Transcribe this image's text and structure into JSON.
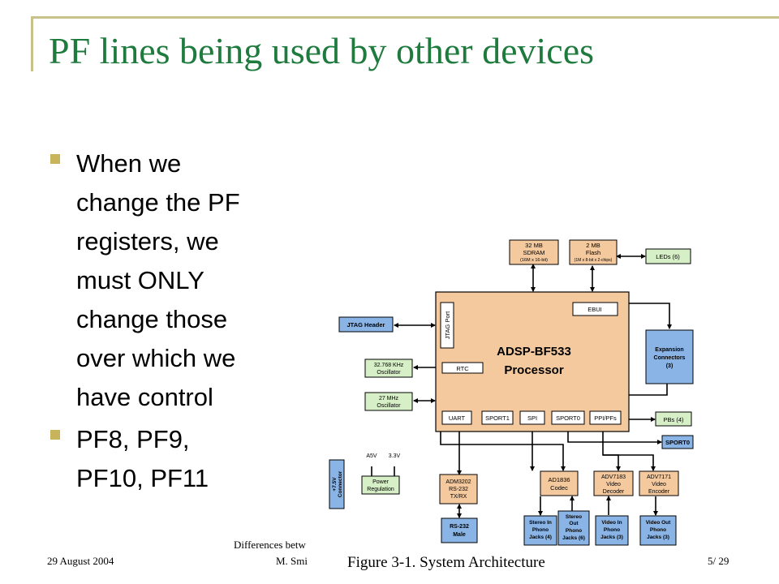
{
  "title": "PF lines being used by other devices",
  "bullets": [
    {
      "lines": [
        "When we",
        "change the PF",
        "registers, we",
        "must ONLY",
        "change those",
        "over which we",
        "have control"
      ]
    },
    {
      "lines": [
        "PF8, PF9,",
        "PF10, PF11"
      ]
    }
  ],
  "footer": {
    "date": "29 August 2004",
    "title_line1": "Differences betw",
    "title_line2": "M. Smi",
    "page": "5/ 29"
  },
  "figure": {
    "caption": "Figure 3-1. System Architecture",
    "processor": {
      "name": "ADSP-BF533",
      "sub": "Processor"
    },
    "blocks": {
      "sdram": [
        "32 MB",
        "SDRAM",
        "(16M x 16-bit)"
      ],
      "flash": [
        "2 MB",
        "Flash",
        "(1M x 8-bit x 2-chips)"
      ],
      "leds": "LEDs (6)",
      "ebui": "EBUI",
      "jtag_port": "JTAG Port",
      "jtag_header": "JTAG Header",
      "expansion": [
        "Expansion",
        "Connectors",
        "(3)"
      ],
      "rtc": "RTC",
      "osc32": [
        "32.768 KHz",
        "Oscillator"
      ],
      "osc27": [
        "27 MHz",
        "Oscillator"
      ],
      "uart": "UART",
      "sport1": "SPORT1",
      "spi": "SPI",
      "sport0": "SPORT0",
      "ppi": "PPI/PFs",
      "pbs": "PBs (4)",
      "sport0_out": "SPORT0",
      "v5": "A5V",
      "v33": "3.3V",
      "conn75": [
        "+7.5V",
        "Connector"
      ],
      "power": [
        "Power",
        "Regulation"
      ],
      "adm": [
        "ADM3202",
        "RS-232",
        "TX/RX"
      ],
      "rs232": [
        "RS-232",
        "Male"
      ],
      "ad1836": [
        "AD1836",
        "Codec"
      ],
      "adv7183": [
        "ADV7183",
        "Video",
        "Decoder"
      ],
      "adv7171": [
        "ADV7171",
        "Video",
        "Encoder"
      ],
      "stereo_in": [
        "Stereo In",
        "Phono",
        "Jacks (4)"
      ],
      "stereo_out": [
        "Stereo",
        "Out",
        "Phono",
        "Jacks (6)"
      ],
      "video_in": [
        "Video In",
        "Phono",
        "Jacks (3)"
      ],
      "video_out": [
        "Video Out",
        "Phono",
        "Jacks (3)"
      ]
    }
  }
}
